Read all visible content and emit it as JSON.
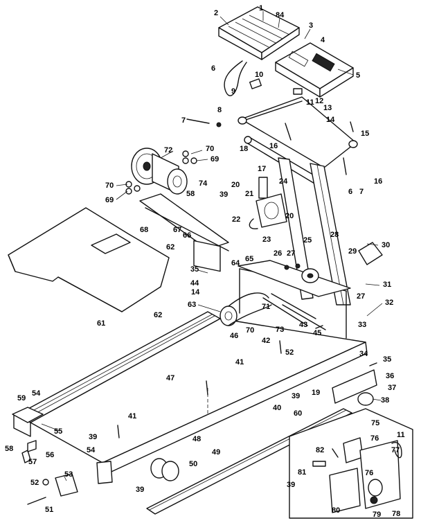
{
  "callouts": [
    {
      "id": "c-1",
      "text": "1"
    },
    {
      "id": "c-2",
      "text": "2"
    },
    {
      "id": "c-84",
      "text": "84"
    },
    {
      "id": "c-3",
      "text": "3"
    },
    {
      "id": "c-4",
      "text": "4"
    },
    {
      "id": "c-5",
      "text": "5"
    },
    {
      "id": "c-6",
      "text": "6"
    },
    {
      "id": "c-10",
      "text": "10"
    },
    {
      "id": "c-9",
      "text": "9"
    },
    {
      "id": "c-11",
      "text": "11"
    },
    {
      "id": "c-12",
      "text": "12"
    },
    {
      "id": "c-13",
      "text": "13"
    },
    {
      "id": "c-8",
      "text": "8"
    },
    {
      "id": "c-7a",
      "text": "7"
    },
    {
      "id": "c-14",
      "text": "14"
    },
    {
      "id": "c-15",
      "text": "15"
    },
    {
      "id": "c-72",
      "text": "72"
    },
    {
      "id": "c-70a",
      "text": "70"
    },
    {
      "id": "c-69a",
      "text": "69"
    },
    {
      "id": "c-18",
      "text": "18"
    },
    {
      "id": "c-16a",
      "text": "16"
    },
    {
      "id": "c-17",
      "text": "17"
    },
    {
      "id": "c-16b",
      "text": "16"
    },
    {
      "id": "c-74",
      "text": "74"
    },
    {
      "id": "c-70b",
      "text": "70"
    },
    {
      "id": "c-20a",
      "text": "20"
    },
    {
      "id": "c-24",
      "text": "24"
    },
    {
      "id": "c-58a",
      "text": "58"
    },
    {
      "id": "c-39a",
      "text": "39"
    },
    {
      "id": "c-69b",
      "text": "69"
    },
    {
      "id": "c-6b",
      "text": "6"
    },
    {
      "id": "c-7b",
      "text": "7"
    },
    {
      "id": "c-21",
      "text": "21"
    },
    {
      "id": "c-20b",
      "text": "20"
    },
    {
      "id": "c-22",
      "text": "22"
    },
    {
      "id": "c-68",
      "text": "68"
    },
    {
      "id": "c-67",
      "text": "67"
    },
    {
      "id": "c-66",
      "text": "66"
    },
    {
      "id": "c-23",
      "text": "23"
    },
    {
      "id": "c-28",
      "text": "28"
    },
    {
      "id": "c-25",
      "text": "25"
    },
    {
      "id": "c-62a",
      "text": "62"
    },
    {
      "id": "c-26",
      "text": "26"
    },
    {
      "id": "c-27a",
      "text": "27"
    },
    {
      "id": "c-29",
      "text": "29"
    },
    {
      "id": "c-30",
      "text": "30"
    },
    {
      "id": "c-65",
      "text": "65"
    },
    {
      "id": "c-64",
      "text": "64"
    },
    {
      "id": "c-35a",
      "text": "35"
    },
    {
      "id": "c-44",
      "text": "44"
    },
    {
      "id": "c-14b",
      "text": "14"
    },
    {
      "id": "c-31",
      "text": "31"
    },
    {
      "id": "c-27b",
      "text": "27"
    },
    {
      "id": "c-32",
      "text": "32"
    },
    {
      "id": "c-63",
      "text": "63"
    },
    {
      "id": "c-71",
      "text": "71"
    },
    {
      "id": "c-43",
      "text": "43"
    },
    {
      "id": "c-33",
      "text": "33"
    },
    {
      "id": "c-62b",
      "text": "62"
    },
    {
      "id": "c-61",
      "text": "61"
    },
    {
      "id": "c-46",
      "text": "46"
    },
    {
      "id": "c-70c",
      "text": "70"
    },
    {
      "id": "c-73",
      "text": "73"
    },
    {
      "id": "c-45",
      "text": "45"
    },
    {
      "id": "c-42",
      "text": "42"
    },
    {
      "id": "c-52a",
      "text": "52"
    },
    {
      "id": "c-34",
      "text": "34"
    },
    {
      "id": "c-35b",
      "text": "35"
    },
    {
      "id": "c-41a",
      "text": "41"
    },
    {
      "id": "c-36",
      "text": "36"
    },
    {
      "id": "c-47",
      "text": "47"
    },
    {
      "id": "c-37",
      "text": "37"
    },
    {
      "id": "c-19",
      "text": "19"
    },
    {
      "id": "c-39b",
      "text": "39"
    },
    {
      "id": "c-38",
      "text": "38"
    },
    {
      "id": "c-40",
      "text": "40"
    },
    {
      "id": "c-60",
      "text": "60"
    },
    {
      "id": "c-59",
      "text": "59"
    },
    {
      "id": "c-54a",
      "text": "54"
    },
    {
      "id": "c-55",
      "text": "55"
    },
    {
      "id": "c-41b",
      "text": "41"
    },
    {
      "id": "c-39c",
      "text": "39"
    },
    {
      "id": "c-48",
      "text": "48"
    },
    {
      "id": "c-75",
      "text": "75"
    },
    {
      "id": "c-11b",
      "text": "11"
    },
    {
      "id": "c-76a",
      "text": "76"
    },
    {
      "id": "c-58b",
      "text": "58"
    },
    {
      "id": "c-56",
      "text": "56"
    },
    {
      "id": "c-57",
      "text": "57"
    },
    {
      "id": "c-54b",
      "text": "54"
    },
    {
      "id": "c-49",
      "text": "49"
    },
    {
      "id": "c-82",
      "text": "82"
    },
    {
      "id": "c-77",
      "text": "77"
    },
    {
      "id": "c-50",
      "text": "50"
    },
    {
      "id": "c-81",
      "text": "81"
    },
    {
      "id": "c-76b",
      "text": "76"
    },
    {
      "id": "c-52b",
      "text": "52"
    },
    {
      "id": "c-53",
      "text": "53"
    },
    {
      "id": "c-39d",
      "text": "39"
    },
    {
      "id": "c-39e",
      "text": "39"
    },
    {
      "id": "c-51",
      "text": "51"
    },
    {
      "id": "c-80",
      "text": "80"
    },
    {
      "id": "c-79",
      "text": "79"
    },
    {
      "id": "c-78",
      "text": "78"
    }
  ]
}
